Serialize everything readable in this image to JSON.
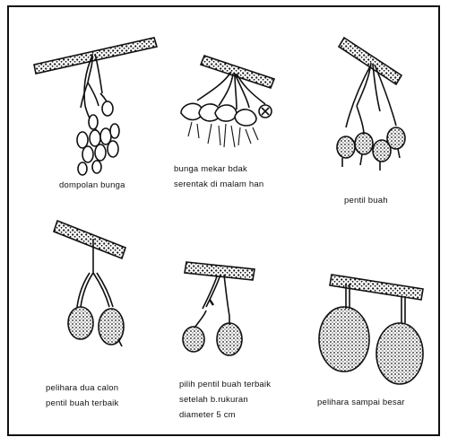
{
  "panels": [
    {
      "id": "panel-1",
      "caption": [
        "dompolan bunga"
      ]
    },
    {
      "id": "panel-2",
      "caption": [
        "bunga mekar bdak",
        "serentak di malam han"
      ]
    },
    {
      "id": "panel-3",
      "caption": [
        "pentil buah"
      ]
    },
    {
      "id": "panel-4",
      "caption": [
        "pelihara dua calon",
        "pentil buah terbaik"
      ]
    },
    {
      "id": "panel-5",
      "caption": [
        "pilih pentil buah terbaik",
        "setelah b.rukuran",
        "diameter 5 cm"
      ]
    },
    {
      "id": "panel-6",
      "caption": [
        "pelihara sampai besar"
      ]
    }
  ],
  "colors": {
    "ink": "#111111",
    "paper": "#ffffff"
  }
}
